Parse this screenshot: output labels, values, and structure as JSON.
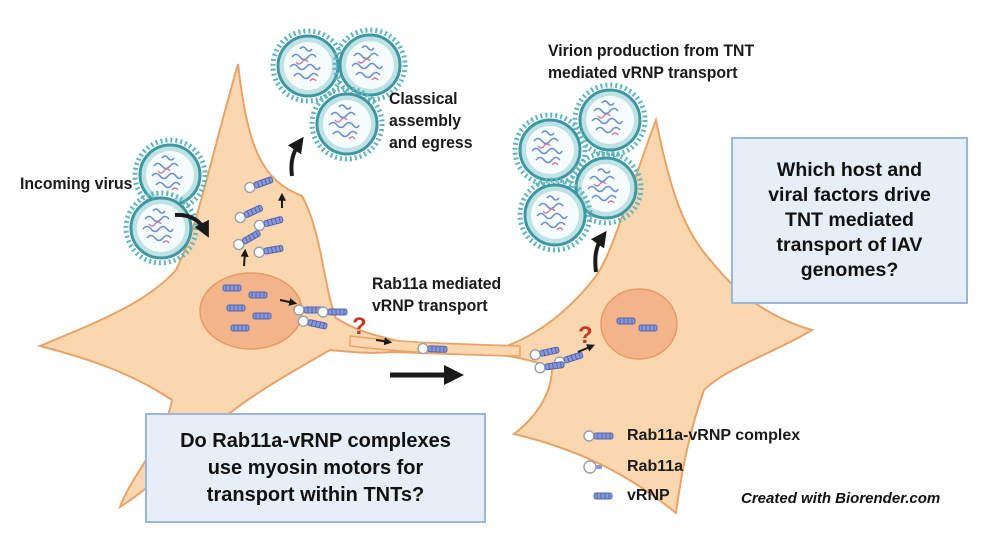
{
  "labels": {
    "incoming": "Incoming virus",
    "classical": "Classical\nassembly\nand egress",
    "virion": "Virion production from TNT\nmediated vRNP transport",
    "rab11a_transport": "Rab11a mediated\nvRNP transport"
  },
  "questions": {
    "q1": "Which host and\nviral factors drive\nTNT mediated\ntransport of IAV\ngenomes?",
    "q2": "Do Rab11a-vRNP complexes\nuse myosin motors for\ntransport within TNTs?"
  },
  "question_marks": [
    "?",
    "?"
  ],
  "legend": {
    "complex": "Rab11a-vRNP complex",
    "rab11a": "Rab11a",
    "vrnp": "vRNP"
  },
  "credit": "Created with Biorender.com",
  "colors": {
    "cell_fill": "#fbd7b0",
    "cell_stroke": "#e8a468",
    "nucleus_fill": "#f3b48a",
    "virion_ring": "#3f97a3",
    "virion_spike": "#5fb6bd",
    "box_fill": "#e6eef8",
    "box_border": "#9db5d6",
    "question_mark": "#c0392b",
    "vrnp_blue": "#7e8fd4"
  },
  "icons": [
    "virion-icon",
    "vrnp-icon",
    "rab11a-icon",
    "arrow-icon"
  ]
}
